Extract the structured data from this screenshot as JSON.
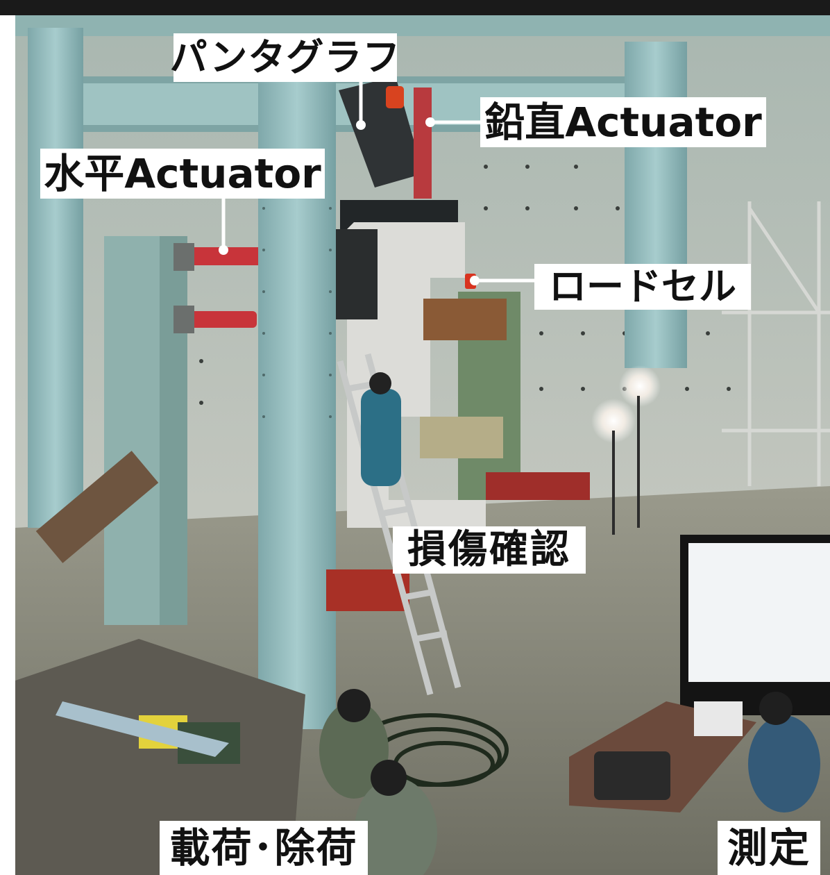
{
  "labels": {
    "pantograph": "パンタグラフ",
    "vertical_actuator": "鉛直Actuator",
    "horizontal_actuator": "水平Actuator",
    "load_cell": "ロードセル",
    "damage_check": "損傷確認",
    "loading_unloading": "載荷･除荷",
    "measurement": "測定"
  },
  "colors": {
    "frame_bar": "#1a1a1a",
    "label_background": "#ffffff",
    "label_text": "#111111",
    "steel_column": "#8fb6b7",
    "concrete_wall": "#b9bfb8",
    "floor": "#8a8a7c",
    "actuator_red": "#c8343a",
    "specimen_white": "#dcdcd8",
    "reaction_frame_green": "#6f8a68"
  }
}
